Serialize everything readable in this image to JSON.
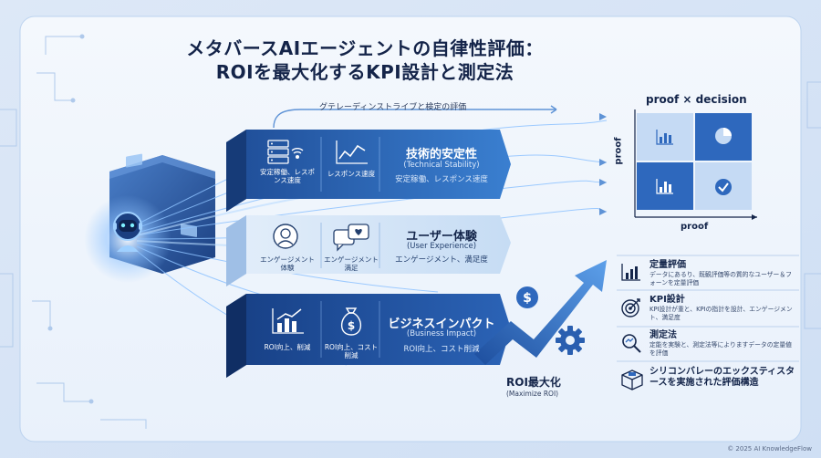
{
  "title": {
    "line1": "メタバースAIエージェントの自律性評価：",
    "line2": "ROIを最大化するKPI設計と測定法"
  },
  "top_caption": "グテレーディンストライブと検定の評価",
  "panels": [
    {
      "title": "技術的安定性",
      "subtitle": "(Technical Stability)",
      "desc": "安定稼働、レスポンス速度",
      "icon1_label": "安定稼働、レスポンス速度",
      "icon2_label": "レスポンス速度",
      "color": "#2e67b5"
    },
    {
      "title": "ユーザー体験",
      "subtitle": "(User Experience)",
      "desc": "エンゲージメント、満足度",
      "icon1_label": "エンゲージメント体験",
      "icon2_label": "エンゲージメント満足",
      "color": "#d9e8f8"
    },
    {
      "title": "ビジネスインパクト",
      "subtitle": "(Business Impact)",
      "desc": "ROI向上、コスト削減",
      "icon1_label": "ROI向上、削減",
      "icon2_label": "ROI向上、コスト削減",
      "color": "#1f4f99"
    }
  ],
  "roi": {
    "title": "ROI最大化",
    "subtitle": "(Maximize ROI)"
  },
  "matrix": {
    "title": "proof × decision",
    "y_label": "proof",
    "x_label": "proof"
  },
  "side_items": [
    {
      "title": "定量評価",
      "desc": "データにあるり、既観評価等の質的なユーザー＆フォーンを定量評価"
    },
    {
      "title": "KPI設計",
      "desc": "KPI設計が重と、KPIの指計を設計、エンゲージメント、満足度"
    },
    {
      "title": "測定法",
      "desc": "定能を実験と、測定法等によりますデータの定量値を評価"
    },
    {
      "title": "シリコンバレーのエックスティスタースを実施された評価構造",
      "desc": ""
    }
  ],
  "copyright": "© 2025 AI KnowledgeFlow",
  "icons": [
    "server-icon",
    "line-chart-icon",
    "user-icon",
    "chat-heart-icon",
    "bar-chart-icon",
    "money-bag-icon",
    "dollar-icon",
    "gear-icon",
    "target-icon",
    "magnifier-icon",
    "cube-icon",
    "robot-icon",
    "pie-chart-icon",
    "check-icon"
  ]
}
